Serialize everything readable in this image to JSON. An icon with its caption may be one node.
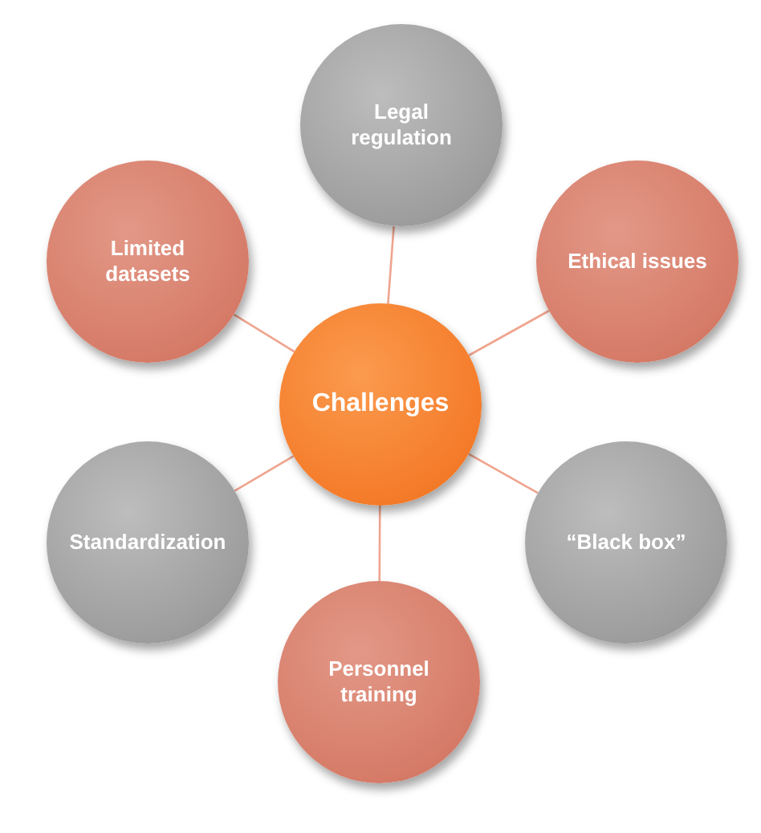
{
  "diagram": {
    "nodes": [
      {
        "text": [
          "Legal regulation"
        ]
      },
      {
        "text": [
          "Limited datasets"
        ]
      },
      {
        "text": [
          "Ethical issues"
        ]
      },
      {
        "text": [
          "Challenges"
        ]
      },
      {
        "text": [
          "Standardization"
        ]
      },
      {
        "text": [
          "“Black box”"
        ]
      },
      {
        "text": [
          "Personnel training"
        ]
      }
    ],
    "edges": [
      {
        "from": 3,
        "to": 0,
        "arrow": "none"
      },
      {
        "from": 3,
        "to": 1,
        "arrow": "none"
      },
      {
        "from": 3,
        "to": 2,
        "arrow": "none"
      },
      {
        "from": 3,
        "to": 4,
        "arrow": "none"
      },
      {
        "from": 3,
        "to": 5,
        "arrow": "none"
      },
      {
        "from": 3,
        "to": 6,
        "arrow": "none"
      }
    ]
  }
}
